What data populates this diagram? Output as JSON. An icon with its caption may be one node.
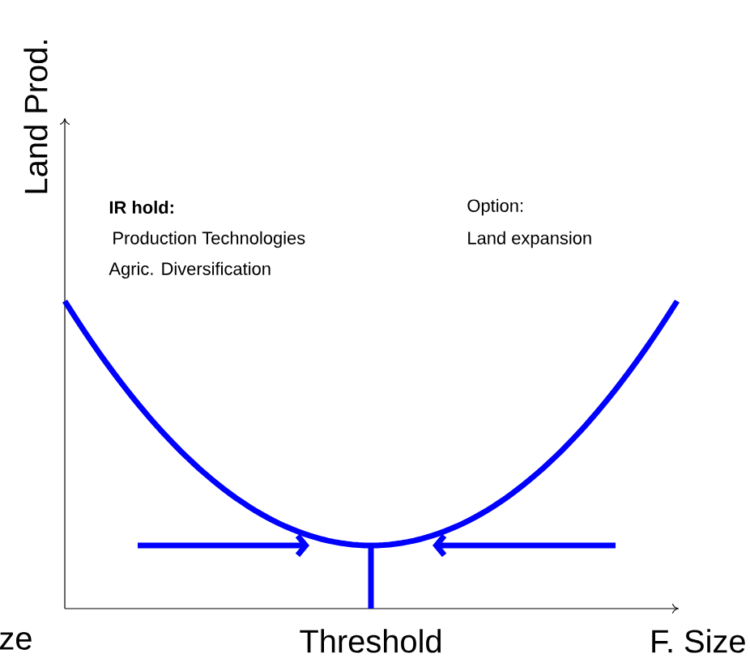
{
  "diagram": {
    "labels": [
      "Land Prod.",
      "IR hold:",
      "Option:",
      "Production Technologies",
      "Land expansion",
      "Agric. Diversification",
      "ze",
      "Threshold",
      "F. Size"
    ]
  }
}
